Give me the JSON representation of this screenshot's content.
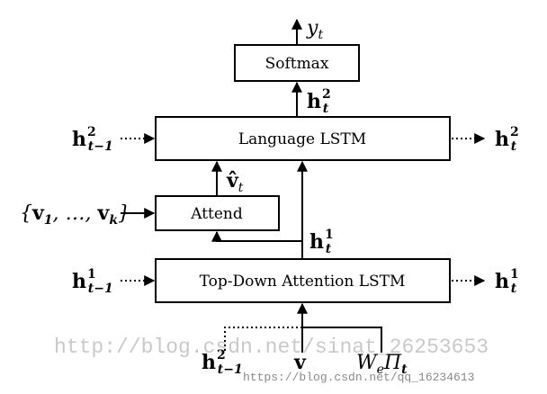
{
  "diagram": {
    "boxes": {
      "softmax": "Softmax",
      "language_lstm": "Language LSTM",
      "attend": "Attend",
      "top_down_lstm": "Top-Down Attention LSTM"
    },
    "labels": {
      "y_main": "y",
      "y_sub": "t",
      "h2t_main": "h",
      "h2t_sup": "2",
      "h2t_sub": "t",
      "h2_prev_main": "h",
      "h2_prev_sup": "2",
      "h2_prev_sub": "t−1",
      "h2_out_main": "h",
      "h2_out_sup": "2",
      "h2_out_sub": "t",
      "vhat_main": "v̂",
      "vhat_sub": "t",
      "vset_open": "{",
      "vset_v1": "v",
      "vset_v1_sub": "1",
      "vset_dots": ", …, ",
      "vset_vk": "v",
      "vset_vk_sub": "k",
      "vset_close": "}",
      "h1t_main": "h",
      "h1t_sup": "1",
      "h1t_sub": "t",
      "h1_prev_main": "h",
      "h1_prev_sup": "1",
      "h1_prev_sub": "t−1",
      "h1_out_main": "h",
      "h1_out_sup": "1",
      "h1_out_sub": "t",
      "in_h2_main": "h",
      "in_h2_sup": "2",
      "in_h2_sub": "t−1",
      "in_v": "v",
      "in_we_main": "W",
      "in_we_sub": "e",
      "in_pi_main": "Π",
      "in_pi_sub": "t"
    }
  },
  "watermark": {
    "large": "http://blog.csdn.net/sinat_26253653",
    "small": "https://blog.csdn.net/qq_16234613"
  }
}
